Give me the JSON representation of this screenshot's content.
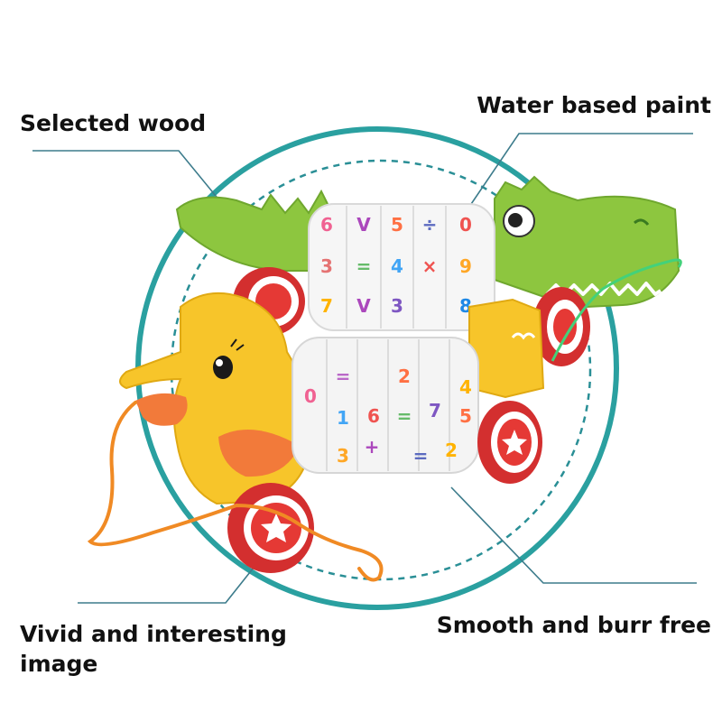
{
  "callouts": {
    "top_left": "Selected wood",
    "top_right": "Water based paint",
    "bottom_left_line1": "Vivid and interesting",
    "bottom_left_line2": "image",
    "bottom_right": "Smooth and burr free"
  },
  "toy_symbols": {
    "crocodile_row1": [
      "6",
      "V",
      "5",
      "÷",
      "0"
    ],
    "crocodile_row2": [
      "3",
      "=",
      "4",
      "×",
      "9"
    ],
    "crocodile_row3": [
      "7",
      "V",
      "3",
      "8"
    ],
    "duck_row1": [
      "0",
      "=",
      "2",
      "4"
    ],
    "duck_row2": [
      "1",
      "6",
      "=",
      "7",
      "5"
    ],
    "duck_row3": [
      "+",
      "3",
      "=",
      "2"
    ]
  },
  "colors": {
    "accent_teal": "#2aa0a0",
    "callout_line": "#3d7c8c",
    "crocodile_green": "#8dc63f",
    "duck_yellow": "#f7c52a",
    "wheel_red": "#e53935",
    "string_orange": "#f08a24"
  }
}
